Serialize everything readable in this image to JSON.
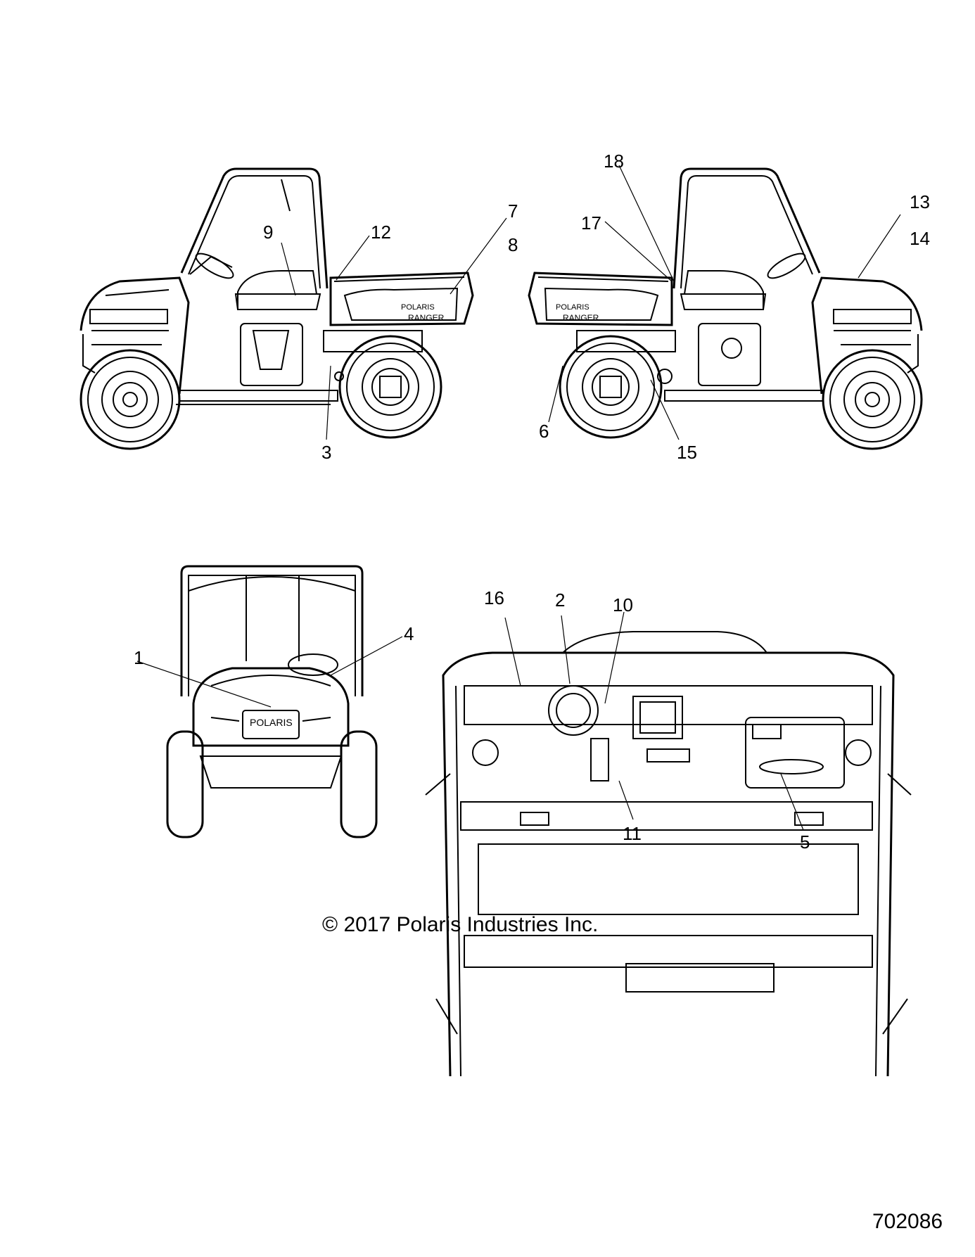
{
  "callouts": [
    "1",
    "2",
    "3",
    "4",
    "5",
    "6",
    "7",
    "8",
    "9",
    "10",
    "11",
    "12",
    "13",
    "14",
    "15",
    "16",
    "17",
    "18"
  ],
  "copyright": "© 2017 Polaris Industries Inc.",
  "drawing_number": "702086",
  "decal_text": {
    "brand": "POLARIS",
    "model": "RANGER"
  }
}
